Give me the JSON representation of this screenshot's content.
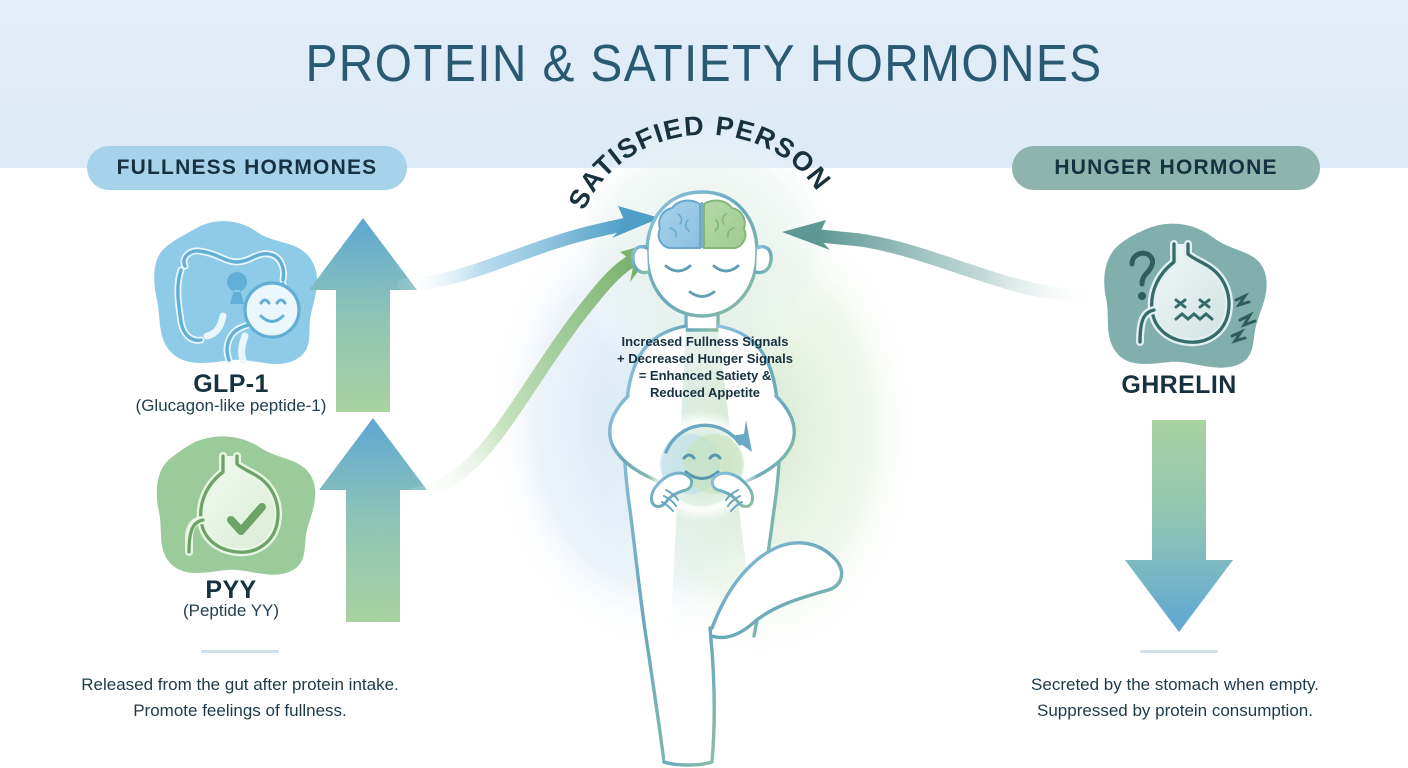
{
  "header": {
    "title": "PROTEIN & SATIETY HORMONES",
    "band_color": "#dfecf7",
    "title_color": "#2a5a72"
  },
  "left_panel": {
    "pill_label": "FULLNESS HORMONES",
    "pill_color": "#a7d3ea",
    "hormones": [
      {
        "name": "GLP-1",
        "subtitle": "(Glucagon-like peptide-1)",
        "icon": "intestine-blob-icon",
        "blob_color": "#8ecbe8",
        "arrow": "up-arrow",
        "arrow_direction": "up"
      },
      {
        "name": "PYY",
        "subtitle": "(Peptide YY)",
        "icon": "stomach-check-blob-icon",
        "blob_color": "#9ccb9b",
        "arrow": "up-arrow",
        "arrow_direction": "up"
      }
    ],
    "caption_line1": "Released from the gut after protein intake.",
    "caption_line2": "Promote feelings of fullness."
  },
  "right_panel": {
    "pill_label": "HUNGER HORMONE",
    "pill_color": "#8fb4ae",
    "hormones": [
      {
        "name": "GHRELIN",
        "subtitle": "",
        "icon": "grumpy-stomach-blob-icon",
        "blob_color": "#80afac",
        "arrow": "down-arrow",
        "arrow_direction": "down"
      }
    ],
    "caption_line1": "Secreted by the stomach when empty.",
    "caption_line2": "Suppressed by protein consumption."
  },
  "center": {
    "arc_label": "SATISFIED PERSON",
    "summary_line1": "Increased Fullness Signals",
    "summary_line2": "+ Decreased Hunger Signals",
    "summary_line3": "= Enhanced Satiety &",
    "summary_line4": "Reduced Appetite",
    "figure": "meditating-person-figure",
    "brain_icon": "brain-icon",
    "belly_icon": "smiling-belly-icon"
  },
  "palette": {
    "blue": "#6fb4d8",
    "green": "#9ac88f",
    "teal": "#7fb0ac",
    "dark_navy": "#17313f",
    "outline": "#5b9dbb"
  }
}
